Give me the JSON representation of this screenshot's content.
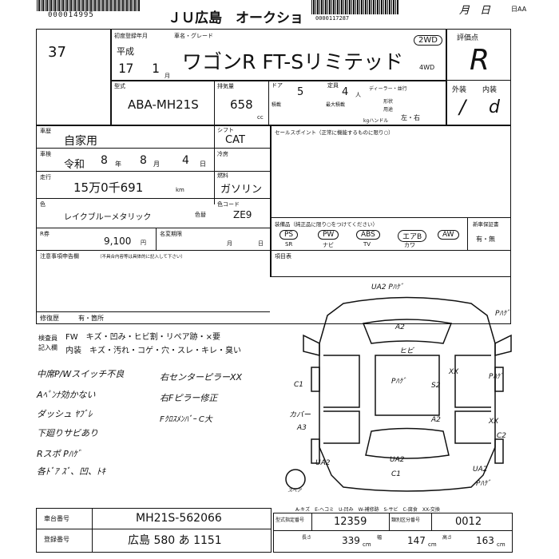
{
  "header": {
    "top_code": "000014995",
    "auction": "ＪＵ広島　オークショ",
    "barcode_code": "0000117287",
    "date_hand": "月　日",
    "date_suffix": "日AA"
  },
  "lot_number": "37",
  "registration": {
    "label": "初度登録年月",
    "era": "平成",
    "year": "17",
    "month": "1",
    "month_unit": "月"
  },
  "car": {
    "name_label": "車名・グレード",
    "name": "ワゴンR FT-Sリミテッド",
    "drive_2wd": "2WD",
    "drive_4wd": "4WD"
  },
  "model": {
    "label": "型式",
    "value": "ABA-MH21S"
  },
  "displacement": {
    "label": "排気量",
    "value": "658",
    "unit": "cc"
  },
  "doors": {
    "label": "ドア",
    "value": "5"
  },
  "capacity": {
    "label": "定員",
    "value": "4",
    "unit": "人"
  },
  "dealer_label": "ディーラー・並行",
  "load_label": "積載",
  "max_load_label": "最大積載",
  "body_type_label": "形状",
  "ownership_label": "用途",
  "handle_label": "kgハンドル",
  "handle_options": "左・右",
  "evaluation": {
    "label": "評価点",
    "value": "R"
  },
  "exterior": {
    "label": "外装",
    "value": "/"
  },
  "interior": {
    "label": "内装",
    "value": "d"
  },
  "usage": {
    "label": "車歴",
    "value": "自家用"
  },
  "shift": {
    "label": "シフト",
    "value": "CAT"
  },
  "ac_label": "冷房",
  "inspection": {
    "label": "車検",
    "era": "令和",
    "year": "8",
    "year_unit": "年",
    "month": "8",
    "month_unit": "月",
    "day": "4",
    "day_unit": "日"
  },
  "fuel": {
    "label": "燃料",
    "value": "ガソリン"
  },
  "mileage": {
    "label": "走行",
    "value": "15万0千691",
    "unit": "km"
  },
  "color": {
    "label": "色",
    "value": "レイクブルーメタリック",
    "repaint_label": "色替"
  },
  "color_code": {
    "label": "色コード",
    "value": "ZE9"
  },
  "recycle": {
    "label": "R券",
    "value": "9,100",
    "unit": "円"
  },
  "name_change": {
    "label": "名変期限",
    "month": "月",
    "day": "日"
  },
  "sales_point": {
    "label": "セールスポイント（正常に機能するものに限り○）"
  },
  "equipment": {
    "label": "装備品（純正品に限り○をつけてください）",
    "ps": "PS",
    "pw": "PW",
    "abs": "ABS",
    "air_bag": "エアB",
    "aw": "AW",
    "sr": "SR",
    "navi": "ナビ",
    "tv": "TV",
    "kawa": "カワ",
    "new_car_warranty": "新車保証書",
    "warranty_value": "有・無"
  },
  "items_label": "項目表",
  "notes_label": "注意事項申告欄",
  "notes_sub": "（不具合内容等は具体的に記入して下さい）",
  "repair_history": {
    "label": "修復歴",
    "value": "有・箇所"
  },
  "inspector": {
    "label1": "検査員",
    "label2": "記入欄",
    "line1": "FW　キズ・凹み・ヒビ割・リペア跡・×要",
    "line2": "内装　キズ・汚れ・コゲ・穴・スレ・キレ・臭い"
  },
  "handwritten_notes": [
    "中席P/Wスイッチ不良",
    "Aﾍﾟﾝﾅ効かない",
    "ダッシュ ﾔﾌﾞﾚ",
    "下廻りサビあり",
    "Rスポ Pﾊｹﾞ",
    "各ﾄﾞｱ ｽﾞ、凹、ﾄｷ"
  ],
  "handwritten_notes_right": [
    "右センターピラーXX",
    "右Fピラー修正",
    "Fｸﾛｽﾒﾝﾊﾞｰ C大"
  ],
  "diagram_marks": {
    "ua2_parge": "UA2 Pﾊｹﾞ",
    "a2_top": "A2",
    "hibi": "ヒビ",
    "parge_right": "Pﾊｹﾞ",
    "parge_center": "Pﾊｹﾞ",
    "xx_right": "XX",
    "parge_side": "Pﾊｹﾞ",
    "c1_left": "C1",
    "s2": "S2",
    "a2_mid": "A2",
    "kaburi": "カバー",
    "a3": "A3",
    "xx_lower": "XX",
    "c2": "C2",
    "ua2_left": "UA2",
    "ua2_center": "UA2",
    "c1_bottom": "C1",
    "ua2_right": "UA2",
    "parge_bottom": "Pﾊｹﾞ",
    "spare": "スペア"
  },
  "legend": "A-キズ　E-ヘコミ　U-凹み　W-補修跡　S-サビ　C-腐食　XX-交換",
  "chassis": {
    "label": "車台番号",
    "value": "MH21S-562066"
  },
  "plate": {
    "label": "登録番号",
    "value": "広島 580 あ 1151"
  },
  "type_designation": {
    "label": "型式指定番号",
    "value": "12359"
  },
  "category": {
    "label": "類別区分番号",
    "value": "0012"
  },
  "length_label": "長さ",
  "length": "339",
  "width_label": "幅",
  "width": "147",
  "height_label": "高さ",
  "height": "163",
  "cm": "cm"
}
